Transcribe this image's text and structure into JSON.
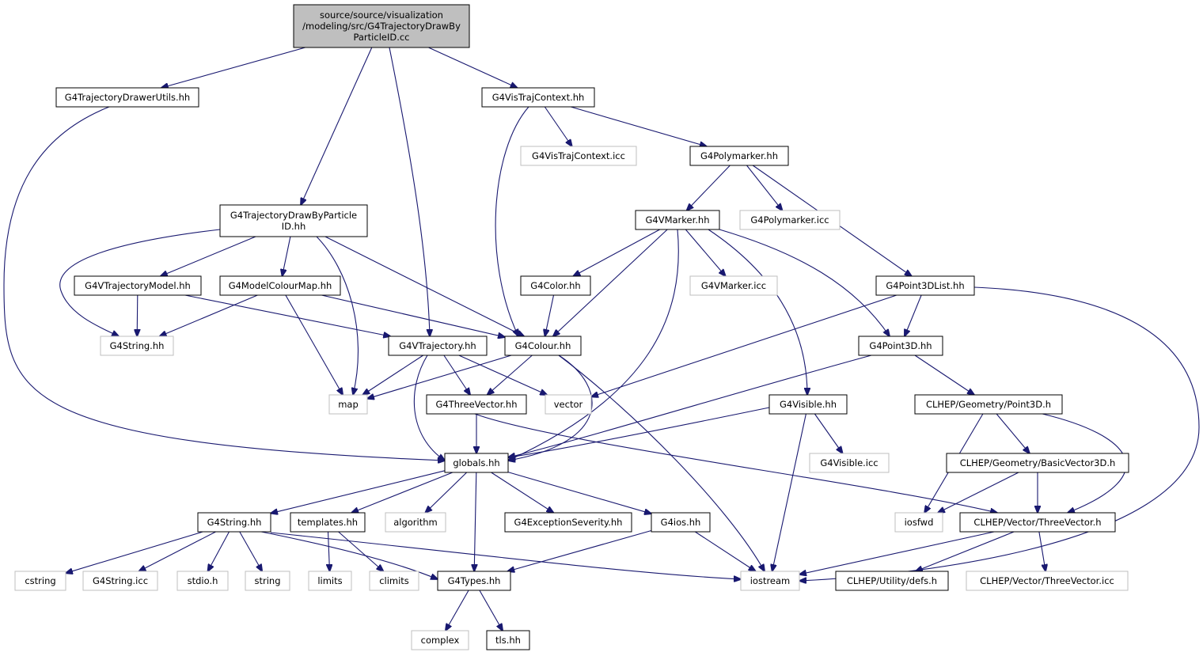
{
  "diagram": {
    "nodes": [
      {
        "id": "root",
        "lines": [
          "source/source/visualization",
          "/modeling/src/G4TrajectoryDrawBy",
          "ParticleID.cc"
        ],
        "kind": "root"
      },
      {
        "id": "drawerutils",
        "lines": [
          "G4TrajectoryDrawerUtils.hh"
        ],
        "kind": "documented"
      },
      {
        "id": "vistrajcontext",
        "lines": [
          "G4VisTrajContext.hh"
        ],
        "kind": "documented"
      },
      {
        "id": "vistrajcontext_icc",
        "lines": [
          "G4VisTrajContext.icc"
        ],
        "kind": "external"
      },
      {
        "id": "polymarker",
        "lines": [
          "G4Polymarker.hh"
        ],
        "kind": "documented"
      },
      {
        "id": "drawbyparticle_hh",
        "lines": [
          "G4TrajectoryDrawByParticle",
          "ID.hh"
        ],
        "kind": "documented"
      },
      {
        "id": "vmarker",
        "lines": [
          "G4VMarker.hh"
        ],
        "kind": "documented"
      },
      {
        "id": "polymarker_icc",
        "lines": [
          "G4Polymarker.icc"
        ],
        "kind": "external"
      },
      {
        "id": "vtrajmodel",
        "lines": [
          "G4VTrajectoryModel.hh"
        ],
        "kind": "documented"
      },
      {
        "id": "modelcolourmap",
        "lines": [
          "G4ModelColourMap.hh"
        ],
        "kind": "documented"
      },
      {
        "id": "color",
        "lines": [
          "G4Color.hh"
        ],
        "kind": "documented"
      },
      {
        "id": "vmarker_icc",
        "lines": [
          "G4VMarker.icc"
        ],
        "kind": "external"
      },
      {
        "id": "point3dlist",
        "lines": [
          "G4Point3DList.hh"
        ],
        "kind": "documented"
      },
      {
        "id": "g4string_ext",
        "lines": [
          "G4String.hh"
        ],
        "kind": "external"
      },
      {
        "id": "vtrajectory",
        "lines": [
          "G4VTrajectory.hh"
        ],
        "kind": "documented"
      },
      {
        "id": "colour",
        "lines": [
          "G4Colour.hh"
        ],
        "kind": "documented"
      },
      {
        "id": "point3d",
        "lines": [
          "G4Point3D.hh"
        ],
        "kind": "documented"
      },
      {
        "id": "map",
        "lines": [
          "map"
        ],
        "kind": "external"
      },
      {
        "id": "threevector",
        "lines": [
          "G4ThreeVector.hh"
        ],
        "kind": "documented"
      },
      {
        "id": "vector",
        "lines": [
          "vector"
        ],
        "kind": "external"
      },
      {
        "id": "visible",
        "lines": [
          "G4Visible.hh"
        ],
        "kind": "documented"
      },
      {
        "id": "clhep_point3d",
        "lines": [
          "CLHEP/Geometry/Point3D.h"
        ],
        "kind": "documented"
      },
      {
        "id": "globals",
        "lines": [
          "globals.hh"
        ],
        "kind": "documented"
      },
      {
        "id": "visible_icc",
        "lines": [
          "G4Visible.icc"
        ],
        "kind": "external"
      },
      {
        "id": "basicvector3d",
        "lines": [
          "CLHEP/Geometry/BasicVector3D.h"
        ],
        "kind": "documented"
      },
      {
        "id": "g4string",
        "lines": [
          "G4String.hh"
        ],
        "kind": "documented"
      },
      {
        "id": "templates",
        "lines": [
          "templates.hh"
        ],
        "kind": "documented"
      },
      {
        "id": "algorithm",
        "lines": [
          "algorithm"
        ],
        "kind": "external"
      },
      {
        "id": "exceptionseverity",
        "lines": [
          "G4ExceptionSeverity.hh"
        ],
        "kind": "documented"
      },
      {
        "id": "g4ios",
        "lines": [
          "G4ios.hh"
        ],
        "kind": "documented"
      },
      {
        "id": "iosfwd",
        "lines": [
          "iosfwd"
        ],
        "kind": "external"
      },
      {
        "id": "clhep_threevector",
        "lines": [
          "CLHEP/Vector/ThreeVector.h"
        ],
        "kind": "documented"
      },
      {
        "id": "cstring",
        "lines": [
          "cstring"
        ],
        "kind": "external"
      },
      {
        "id": "g4string_icc",
        "lines": [
          "G4String.icc"
        ],
        "kind": "external"
      },
      {
        "id": "stdio",
        "lines": [
          "stdio.h"
        ],
        "kind": "external"
      },
      {
        "id": "string",
        "lines": [
          "string"
        ],
        "kind": "external"
      },
      {
        "id": "limits",
        "lines": [
          "limits"
        ],
        "kind": "external"
      },
      {
        "id": "climits",
        "lines": [
          "climits"
        ],
        "kind": "external"
      },
      {
        "id": "g4types",
        "lines": [
          "G4Types.hh"
        ],
        "kind": "documented"
      },
      {
        "id": "iostream",
        "lines": [
          "iostream"
        ],
        "kind": "external"
      },
      {
        "id": "clhep_defs",
        "lines": [
          "CLHEP/Utility/defs.h"
        ],
        "kind": "documented"
      },
      {
        "id": "threevector_icc",
        "lines": [
          "CLHEP/Vector/ThreeVector.icc"
        ],
        "kind": "external"
      },
      {
        "id": "complex",
        "lines": [
          "complex"
        ],
        "kind": "external"
      },
      {
        "id": "tls",
        "lines": [
          "tls.hh"
        ],
        "kind": "documented"
      }
    ],
    "edges": [
      [
        "root",
        "drawerutils"
      ],
      [
        "root",
        "drawbyparticle_hh"
      ],
      [
        "root",
        "vtrajectory"
      ],
      [
        "root",
        "vistrajcontext"
      ],
      [
        "drawerutils",
        "globals"
      ],
      [
        "vistrajcontext",
        "colour"
      ],
      [
        "vistrajcontext",
        "vistrajcontext_icc"
      ],
      [
        "vistrajcontext",
        "polymarker"
      ],
      [
        "polymarker",
        "vmarker"
      ],
      [
        "polymarker",
        "polymarker_icc"
      ],
      [
        "polymarker",
        "point3dlist"
      ],
      [
        "drawbyparticle_hh",
        "g4string_ext"
      ],
      [
        "drawbyparticle_hh",
        "vtrajmodel"
      ],
      [
        "drawbyparticle_hh",
        "modelcolourmap"
      ],
      [
        "drawbyparticle_hh",
        "map"
      ],
      [
        "drawbyparticle_hh",
        "colour"
      ],
      [
        "vmarker",
        "color"
      ],
      [
        "vmarker",
        "colour"
      ],
      [
        "vmarker",
        "globals"
      ],
      [
        "vmarker",
        "vmarker_icc"
      ],
      [
        "vmarker",
        "point3d"
      ],
      [
        "vmarker",
        "visible"
      ],
      [
        "vtrajmodel",
        "g4string_ext"
      ],
      [
        "vtrajmodel",
        "vtrajectory"
      ],
      [
        "modelcolourmap",
        "g4string_ext"
      ],
      [
        "modelcolourmap",
        "map"
      ],
      [
        "modelcolourmap",
        "colour"
      ],
      [
        "color",
        "colour"
      ],
      [
        "point3dlist",
        "vector"
      ],
      [
        "point3dlist",
        "point3d"
      ],
      [
        "point3dlist",
        "iostream"
      ],
      [
        "vtrajectory",
        "map"
      ],
      [
        "vtrajectory",
        "globals"
      ],
      [
        "vtrajectory",
        "threevector"
      ],
      [
        "vtrajectory",
        "vector"
      ],
      [
        "colour",
        "map"
      ],
      [
        "colour",
        "threevector"
      ],
      [
        "colour",
        "globals"
      ],
      [
        "colour",
        "iostream"
      ],
      [
        "point3d",
        "globals"
      ],
      [
        "point3d",
        "clhep_point3d"
      ],
      [
        "threevector",
        "globals"
      ],
      [
        "threevector",
        "clhep_threevector"
      ],
      [
        "visible",
        "globals"
      ],
      [
        "visible",
        "visible_icc"
      ],
      [
        "visible",
        "iostream"
      ],
      [
        "clhep_point3d",
        "iosfwd"
      ],
      [
        "clhep_point3d",
        "basicvector3d"
      ],
      [
        "clhep_point3d",
        "clhep_threevector"
      ],
      [
        "basicvector3d",
        "iosfwd"
      ],
      [
        "basicvector3d",
        "clhep_threevector"
      ],
      [
        "globals",
        "g4string"
      ],
      [
        "globals",
        "templates"
      ],
      [
        "globals",
        "algorithm"
      ],
      [
        "globals",
        "exceptionseverity"
      ],
      [
        "globals",
        "g4ios"
      ],
      [
        "globals",
        "g4types"
      ],
      [
        "g4string",
        "cstring"
      ],
      [
        "g4string",
        "g4string_icc"
      ],
      [
        "g4string",
        "stdio"
      ],
      [
        "g4string",
        "string"
      ],
      [
        "g4string",
        "g4types"
      ],
      [
        "g4string",
        "iostream"
      ],
      [
        "templates",
        "limits"
      ],
      [
        "templates",
        "climits"
      ],
      [
        "g4ios",
        "g4types"
      ],
      [
        "g4ios",
        "iostream"
      ],
      [
        "clhep_threevector",
        "iostream"
      ],
      [
        "clhep_threevector",
        "clhep_defs"
      ],
      [
        "clhep_threevector",
        "threevector_icc"
      ],
      [
        "g4types",
        "complex"
      ],
      [
        "g4types",
        "tls"
      ]
    ],
    "colors": {
      "edge": "#191970",
      "root_fill": "#bfbfbf",
      "documented_border": "#000000",
      "external_border": "#bfbfbf"
    }
  }
}
